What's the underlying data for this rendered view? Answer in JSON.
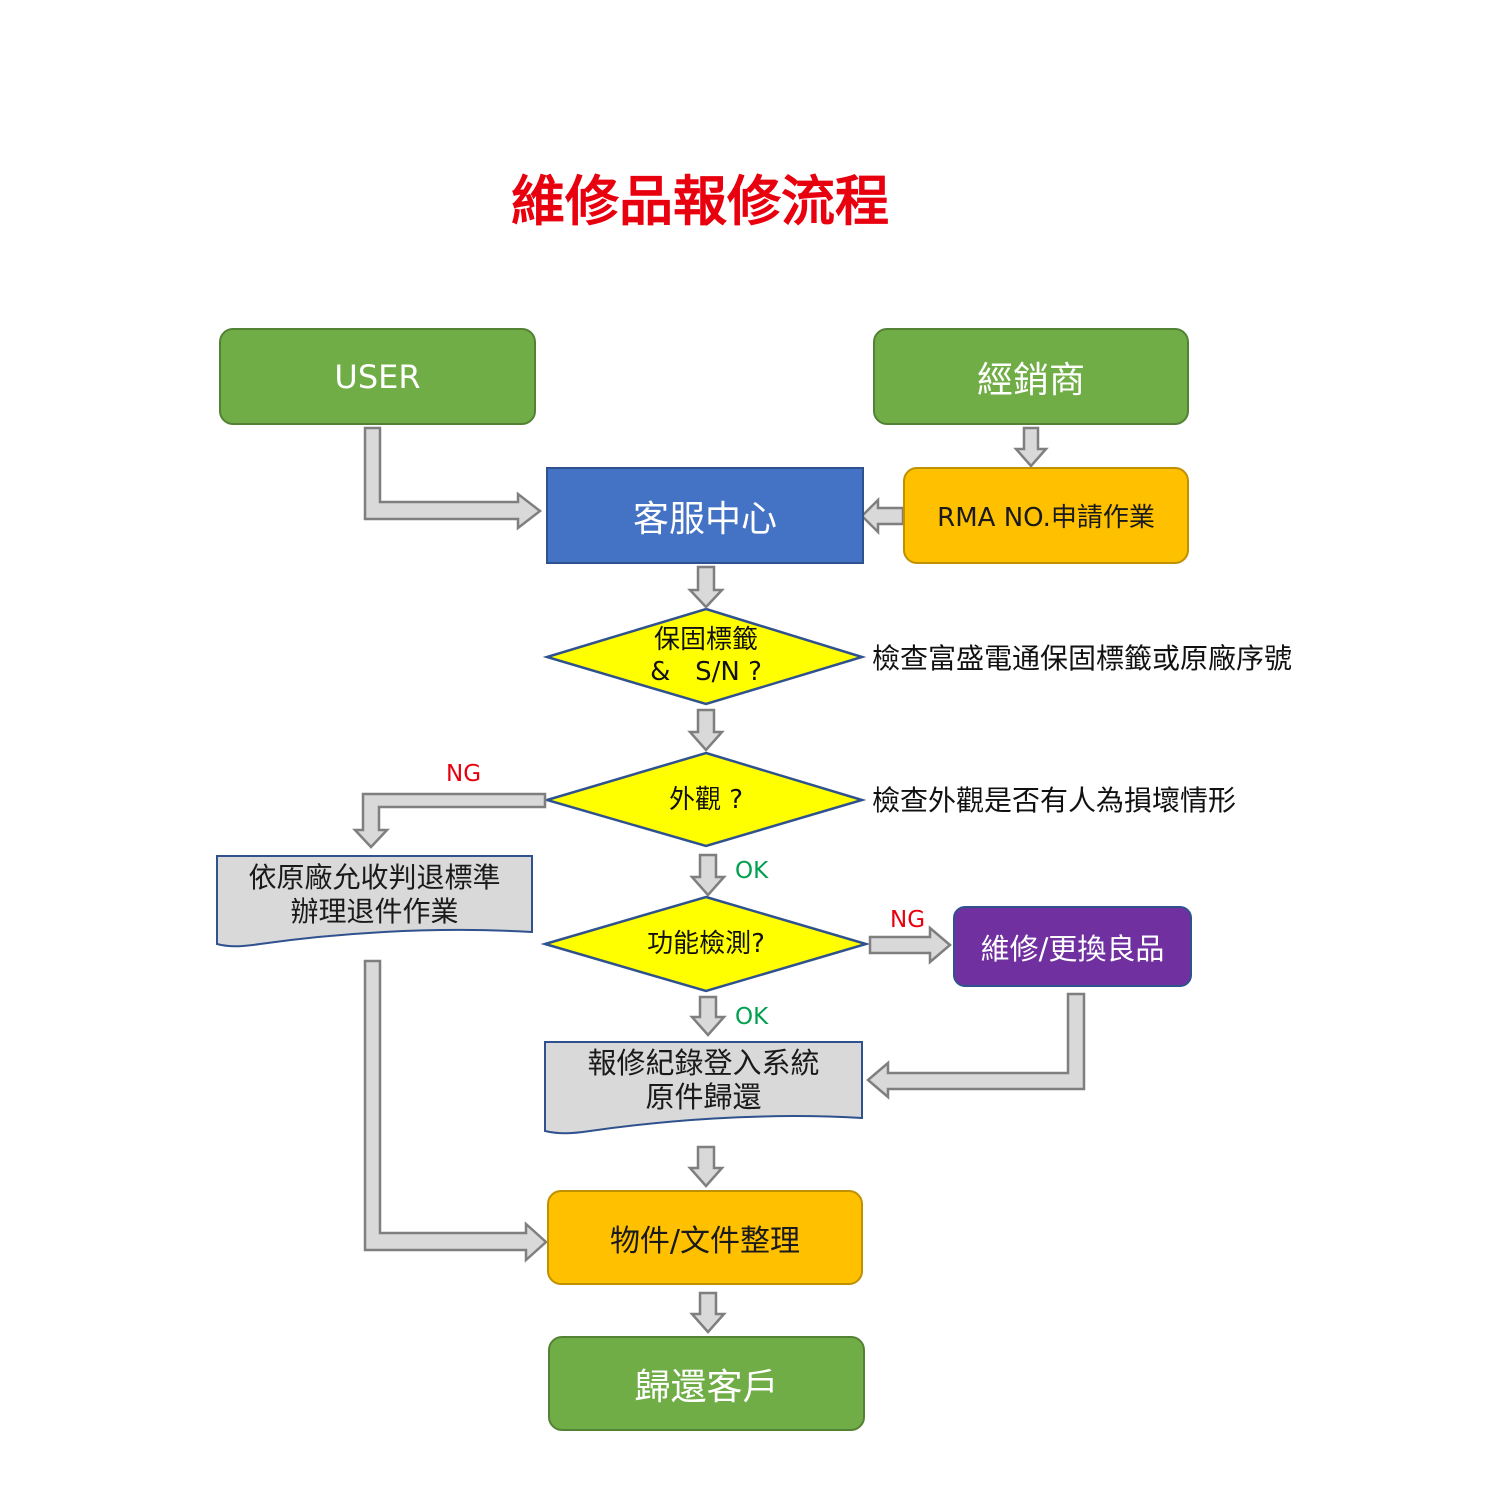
{
  "title": "維修品報修流程",
  "nodes": {
    "user": "USER",
    "dealer": "經銷商",
    "rma": "RMA NO.申請作業",
    "service_center": "客服中心",
    "warranty_check": {
      "line1": "保固標籤",
      "line2": "&   S/N ?"
    },
    "appearance_check": "外觀 ?",
    "function_test": "功能檢測?",
    "repair_replace": "維修/更換良品",
    "return_standard": {
      "line1": "依原廠允收判退標準",
      "line2": "辦理退件作業"
    },
    "record_system": {
      "line1": "報修紀錄登入系統",
      "line2": "原件歸還"
    },
    "organize": "物件/文件整理",
    "return_customer": "歸還客戶"
  },
  "notes": {
    "warranty": "檢查富盛電通保固標籤或原廠序號",
    "appearance": "檢查外觀是否有人為損壞情形"
  },
  "labels": {
    "appearance_ng": "NG",
    "appearance_ok": "OK",
    "function_ng": "NG",
    "function_ok": "OK"
  },
  "colors": {
    "green": "#70ad47",
    "orange": "#ffc000",
    "blue": "#4472c4",
    "yellow": "#ffff00",
    "purple": "#7030a0",
    "gray": "#d9d9d9",
    "title_red": "#e8000f",
    "ok_green": "#00a050"
  }
}
